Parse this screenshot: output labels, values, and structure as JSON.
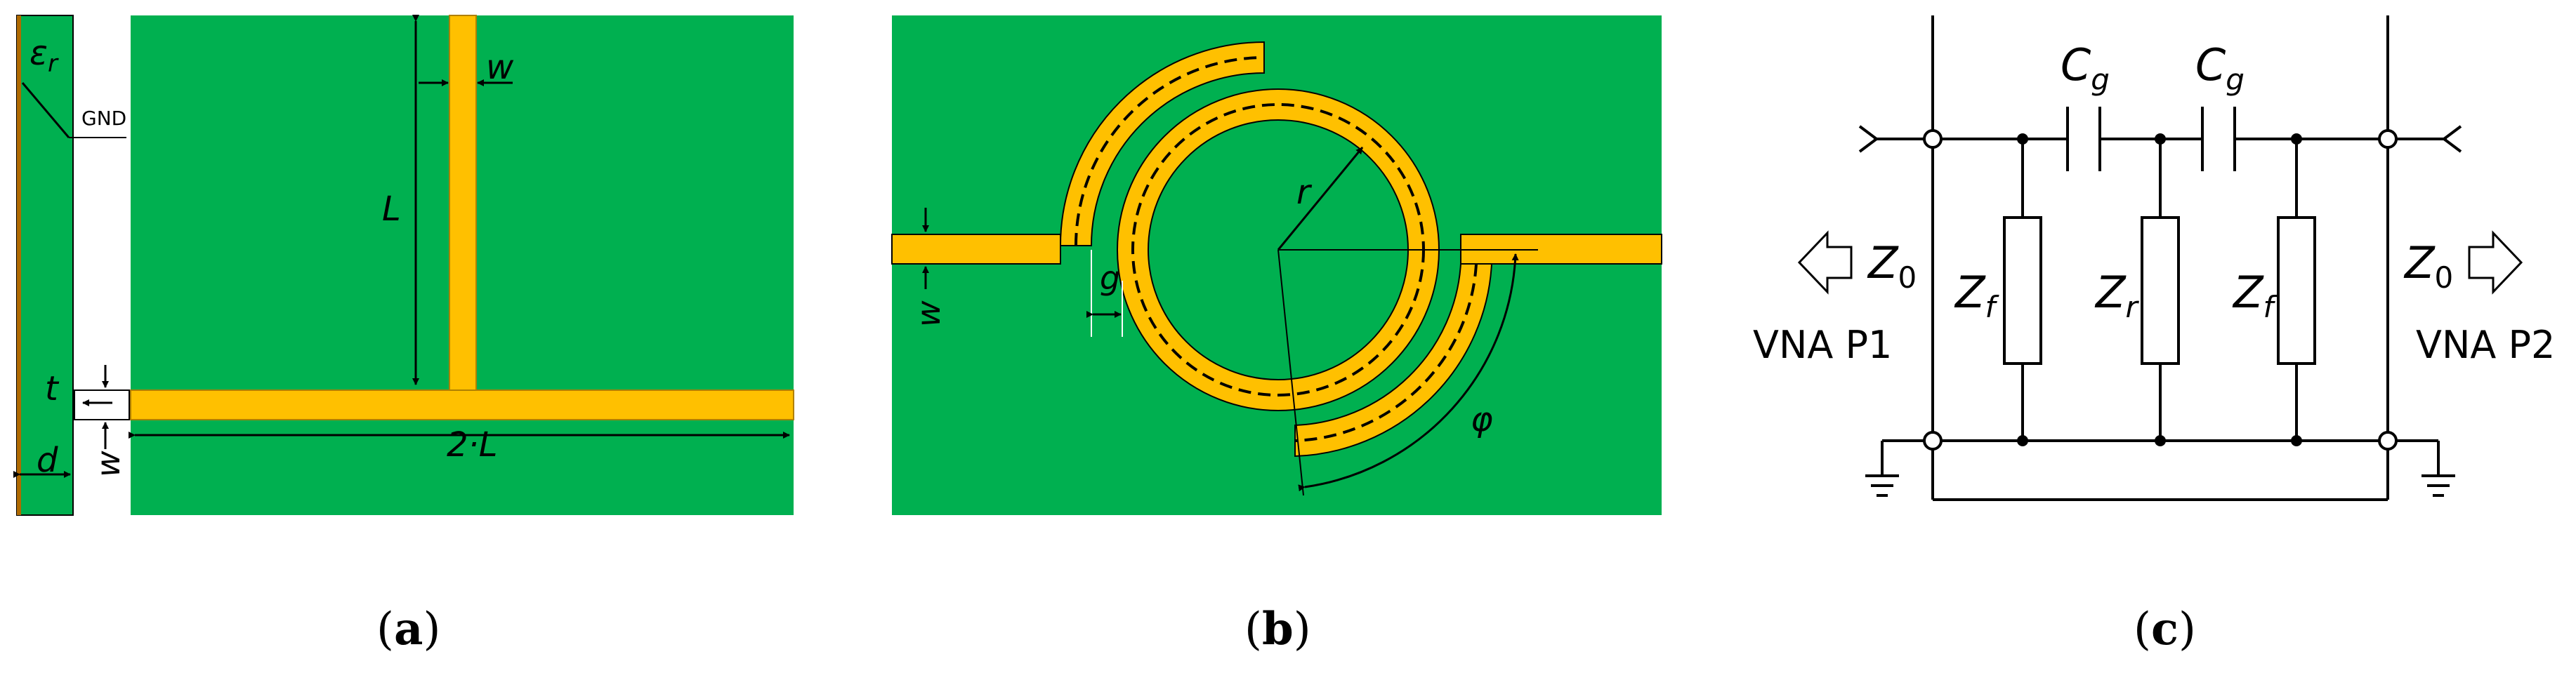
{
  "panel_a": {
    "eps_label": "ε",
    "eps_sub": "r",
    "gnd_label": "GND",
    "w_top": "w",
    "L_label": "L",
    "t_label": "t",
    "w_bottom": "w",
    "two_L": "2·L",
    "d_label": "d",
    "caption_open": "(",
    "caption_letter": "a",
    "caption_close": ")"
  },
  "panel_b": {
    "r_label": "r",
    "g_label": "g",
    "w_label": "w",
    "phi_label": "φ",
    "caption_open": "(",
    "caption_letter": "b",
    "caption_close": ")"
  },
  "panel_c": {
    "cg1": "C",
    "cg1_sub": "g",
    "cg2": "C",
    "cg2_sub": "g",
    "z0_left": "Z",
    "z0_left_sub": "0",
    "z0_right": "Z",
    "z0_right_sub": "0",
    "zf_left": "Z",
    "zf_left_sub": "f",
    "zr": "Z",
    "zr_sub": "r",
    "zf_right": "Z",
    "zf_right_sub": "f",
    "vna_p1": "VNA P1",
    "vna_p2": "VNA P2",
    "caption_open": "(",
    "caption_letter": "c",
    "caption_close": ")"
  },
  "colors": {
    "substrate": "#00b050",
    "copper": "#ffc000",
    "edge": "#c0a000",
    "line": "#000000"
  }
}
